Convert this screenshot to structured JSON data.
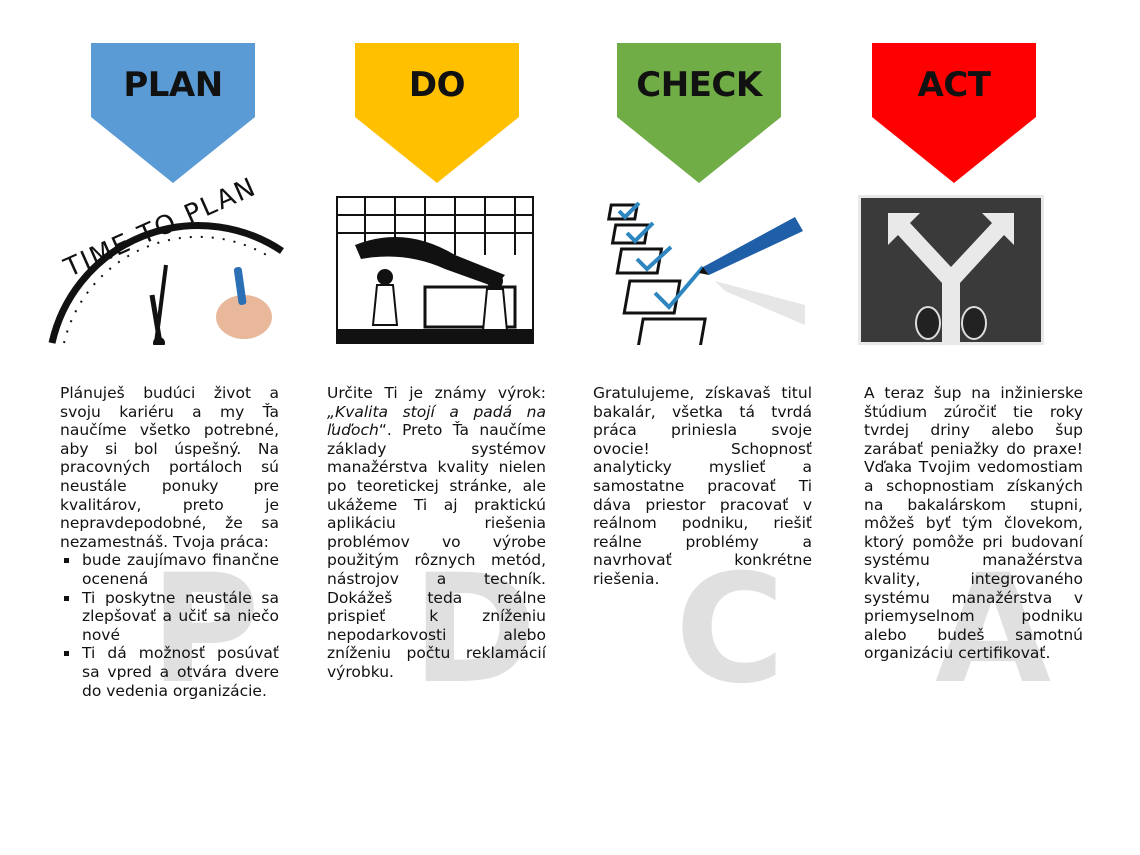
{
  "columns": [
    {
      "label": "PLAN",
      "color": "#5b9bd5",
      "watermark": "P",
      "picture": "time-to-plan clock with hand writing",
      "picture_text": "TIME TO PLAN",
      "paragraph": "Plánuješ budúci život a svoju kariéru a my Ťa naučíme všetko potrebné, aby si bol úspešný. Na pracovných portáloch sú neustále ponuky pre kvalitárov, preto je nepravdepodobné, že sa nezamestnáš. Tvoja práca:",
      "bullets": [
        "bude zaujímavo finančne ocenená",
        "Ti poskytne neustále sa zlepšovať a učiť sa niečo nové",
        "Ti dá možnosť posúvať sa vpred a otvára dvere do vedenia organizácie."
      ]
    },
    {
      "label": "DO",
      "color": "#ffc000",
      "watermark": "D",
      "picture": "workers assembling machinery",
      "intro": "Určite Ti je známy výrok: ",
      "quote": "„Kvalita stojí a padá na ľuďoch",
      "after_quote": "“. Preto Ťa naučíme základy systémov manažérstva kvality nielen po teoretickej stránke, ale ukážeme Ti aj praktickú aplikáciu riešenia problémov vo výrobe použitým rôznych metód, nástrojov a techník. Dokážeš teda reálne prispieť k zníženiu nepodarkovosti alebo zníženiu počtu reklamácií výrobku."
    },
    {
      "label": "CHECK",
      "color": "#70ad47",
      "watermark": "C",
      "picture": "checklist with pen",
      "paragraph": "Gratulujeme, získavaš titul bakalár, všetka tá tvrdá práca priniesla svoje ovocie! Schopnosť analyticky myslieť a samostatne pracovať Ti dáva priestor pracovať v reálnom podniku, riešiť reálne problémy a navrhovať konkrétne riešenia."
    },
    {
      "label": "ACT",
      "color": "#ff0000",
      "watermark": "A",
      "picture": "road fork arrows and shoes",
      "paragraph": "A teraz šup na inžinierske štúdium zúročiť tie roky tvrdej driny alebo šup zarábať peniažky do praxe! Vďaka Tvojim vedomostiam a schopnostiam získaných na bakalárskom stupni, môžeš byť tým človekom, ktorý pomôže pri budovaní systému manažérstva kvality, integrovaného systému manažérstva v priemyselnom podniku alebo budeš samotnú organizáciu certifikovať."
    }
  ]
}
